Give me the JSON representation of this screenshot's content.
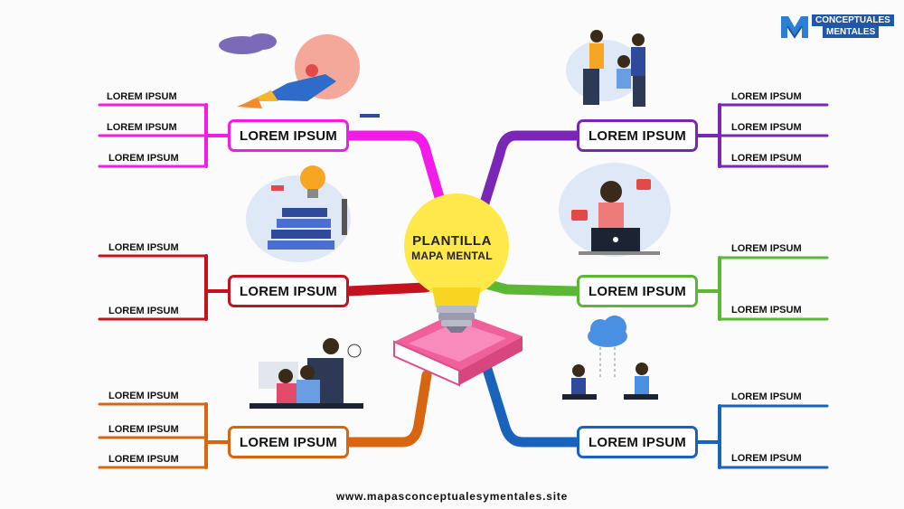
{
  "center": {
    "line1": "PLANTILLA",
    "line2": "MAPA MENTAL"
  },
  "branches": [
    {
      "id": "top-left",
      "label": "LOREM IPSUM",
      "color": "#f21be8",
      "leaves": [
        "LOREM IPSUM",
        "LOREM IPSUM",
        "LOREM IPSUM"
      ],
      "illustration": "rocket-launch-illustration"
    },
    {
      "id": "mid-left",
      "label": "LOREM IPSUM",
      "color": "#c4121e",
      "leaves": [
        "LOREM IPSUM",
        "LOREM IPSUM"
      ],
      "illustration": "lightbulb-books-illustration"
    },
    {
      "id": "bottom-left",
      "label": "LOREM IPSUM",
      "color": "#d8650f",
      "leaves": [
        "LOREM IPSUM",
        "LOREM IPSUM",
        "LOREM IPSUM"
      ],
      "illustration": "office-team-illustration"
    },
    {
      "id": "top-right",
      "label": "LOREM IPSUM",
      "color": "#7a27b8",
      "leaves": [
        "LOREM IPSUM",
        "LOREM IPSUM",
        "LOREM IPSUM"
      ],
      "illustration": "teamwork-illustration"
    },
    {
      "id": "mid-right",
      "label": "LOREM IPSUM",
      "color": "#5cb834",
      "leaves": [
        "LOREM IPSUM",
        "LOREM IPSUM"
      ],
      "illustration": "woman-laptop-illustration"
    },
    {
      "id": "bottom-right",
      "label": "LOREM IPSUM",
      "color": "#1a63bd",
      "leaves": [
        "LOREM IPSUM",
        "LOREM IPSUM"
      ],
      "illustration": "cloud-computing-illustration"
    }
  ],
  "logo": {
    "line1": "CONCEPTUALES",
    "line2": "MENTALES",
    "color": "#2257a8"
  },
  "footer": "www.mapasconceptualesymentales.site",
  "colors": {
    "bulb": "#ffe84a",
    "book": "#f0609a"
  }
}
